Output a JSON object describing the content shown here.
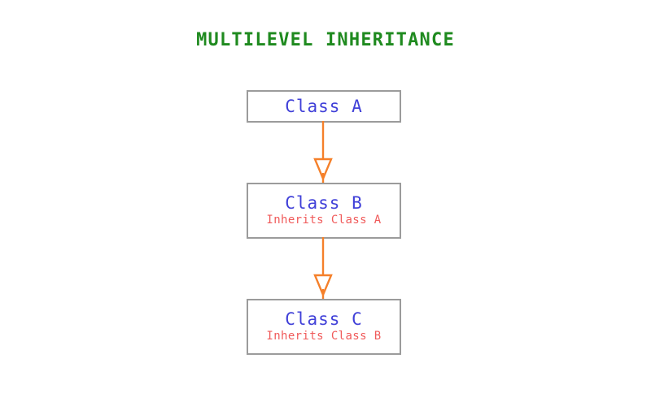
{
  "page": {
    "title": "MULTILEVEL INHERITANCE",
    "background_color": "#ffffff",
    "title_color": "#1f8a1f"
  },
  "theme": {
    "class_name_color": "#4040d8",
    "class_note_color": "#f05a5a",
    "box_border_color": "#9b9b9b",
    "arrow_color": "#f5802a"
  },
  "diagram": {
    "type": "multilevel-inheritance",
    "nodes": [
      {
        "id": "a",
        "name": "Class A",
        "note": ""
      },
      {
        "id": "b",
        "name": "Class B",
        "note": "Inherits Class A"
      },
      {
        "id": "c",
        "name": "Class C",
        "note": "Inherits Class B"
      }
    ],
    "edges": [
      {
        "id": "a-b",
        "from": "Class A",
        "to": "Class B",
        "style": "hollow-triangle-arrow",
        "direction": "down"
      },
      {
        "id": "b-c",
        "from": "Class B",
        "to": "Class C",
        "style": "hollow-triangle-arrow",
        "direction": "down"
      }
    ]
  }
}
